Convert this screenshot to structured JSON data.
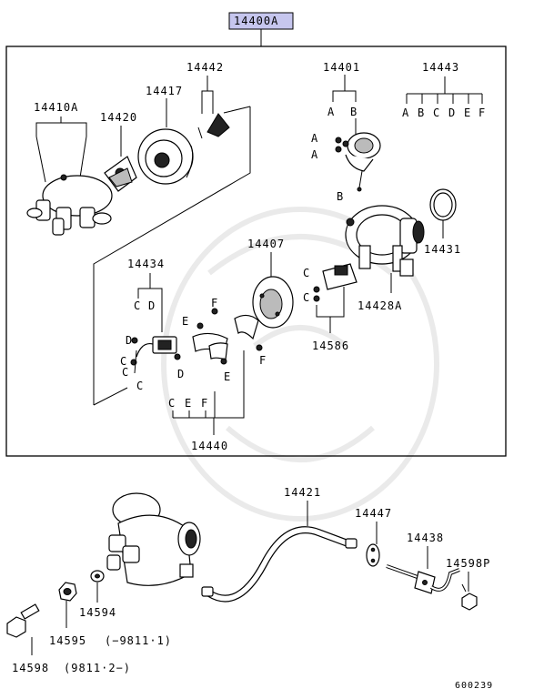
{
  "header": {
    "assembly_part": "14400A",
    "highlight_color": "#c6c6ee"
  },
  "parts": {
    "p14410A": "14410A",
    "p14420": "14420",
    "p14417": "14417",
    "p14442": "14442",
    "p14401": "14401",
    "p14443": "14443",
    "p14434": "14434",
    "p14407": "14407",
    "p14431": "14431",
    "p14428A": "14428A",
    "p14586": "14586",
    "p14440": "14440",
    "p14421": "14421",
    "p14447": "14447",
    "p14438": "14438",
    "p14598P": "14598P",
    "p14594": "14594",
    "p14595": "14595",
    "p14598": "14598"
  },
  "notes": {
    "n14595": "(−9811·1)",
    "n14598": "(9811·2−)"
  },
  "letters": {
    "a": "A",
    "b": "B",
    "c": "C",
    "d": "D",
    "e": "E",
    "f": "F"
  },
  "footer": {
    "diagram_id": "600239"
  }
}
